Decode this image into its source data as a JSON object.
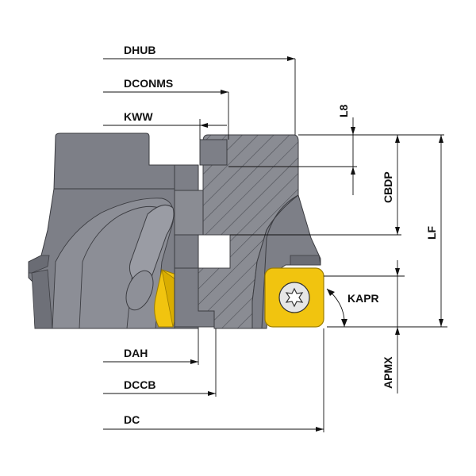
{
  "labels": {
    "dhub": "DHUB",
    "dconms": "DCONMS",
    "kww": "KWW",
    "l8": "L8",
    "cbdp": "CBDP",
    "lf": "LF",
    "kapr": "KAPR",
    "apmx": "APMX",
    "dah": "DAH",
    "dccb": "DCCB",
    "dc": "DC"
  },
  "colors": {
    "body": "#7d7f87",
    "body_dark": "#5f6169",
    "body_light": "#9a9ca4",
    "section": "#8a8c93",
    "hatch": "#5a5c63",
    "insert": "#f1c40f",
    "insert_edge": "#c9a000",
    "screw": "#e8e8e8"
  },
  "icons": {
    "screw": "torx-screw-icon"
  }
}
